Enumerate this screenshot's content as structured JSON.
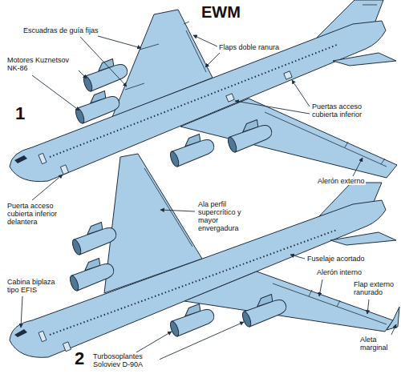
{
  "diagram": {
    "labels": [
      "EWM",
      "Escuadras de guía fijas",
      "Flaps doble ranura",
      "Motores Kuznetsov NK-86",
      "1",
      "Puertas acceso cubierta inferior",
      "Alerón externo",
      "Puerta acceso cubierta inferior delantera",
      "Ala perfil supercrítico y mayor envergadura",
      "Fuselaje acortado",
      "Cabina biplaza tipo EFIS",
      "Alerón interno",
      "Flap externo ranurado",
      "Aleta marginal",
      "2",
      "Turbosoplantes Soloviev D-90A"
    ]
  }
}
